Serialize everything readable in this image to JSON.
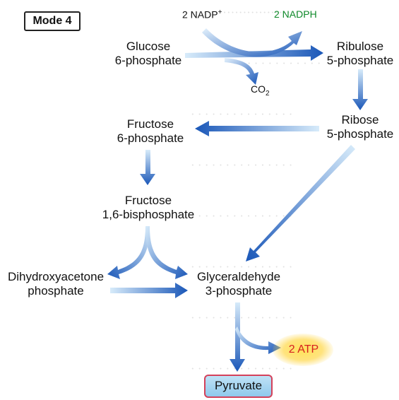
{
  "mode": "Mode 4",
  "cofactors": {
    "nadp": "2 NADP",
    "nadp_sup": "+",
    "nadph": "2 NADPH",
    "co2": "CO",
    "co2_sub": "2",
    "atp": "2 ATP"
  },
  "metabolites": {
    "glucose6p": {
      "line1": "Glucose",
      "line2": "6-phosphate"
    },
    "ribulose5p": {
      "line1": "Ribulose",
      "line2": "5-phosphate"
    },
    "ribose5p": {
      "line1": "Ribose",
      "line2": "5-phosphate"
    },
    "fructose6p": {
      "line1": "Fructose",
      "line2": "6-phosphate"
    },
    "fructose16bp": {
      "line1": "Fructose",
      "line2": "1,6-bisphosphate"
    },
    "dhap": {
      "line1": "Dihydroxyacetone",
      "line2": "phosphate"
    },
    "g3p": {
      "line1": "Glyceraldehyde",
      "line2": "3-phosphate"
    },
    "pyruvate": "Pyruvate"
  },
  "colors": {
    "arrow": "#1e5fbf",
    "arrow_light": "#cfe6f8",
    "nadph": "#0f8a2a",
    "atp": "#d62020",
    "pyruvate_border": "#d4415a"
  }
}
